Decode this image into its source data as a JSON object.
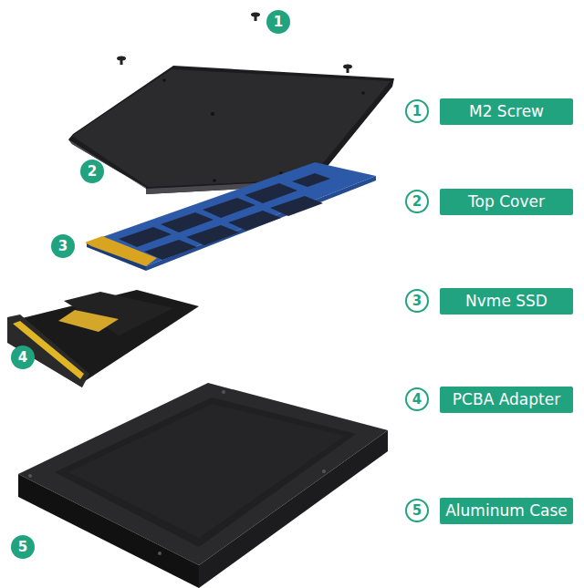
{
  "diagram": {
    "nodes": [
      {
        "text": [
          "1"
        ]
      },
      {
        "text": [
          "1"
        ]
      },
      {
        "text": [
          "M2 Screw"
        ]
      },
      {
        "text": [
          "2"
        ]
      },
      {
        "text": [
          "2"
        ]
      },
      {
        "text": [
          "Top Cover"
        ]
      },
      {
        "text": [
          "3"
        ]
      },
      {
        "text": [
          "3"
        ]
      },
      {
        "text": [
          "Nvme SSD"
        ]
      },
      {
        "text": [
          "4"
        ]
      },
      {
        "text": [
          "4"
        ]
      },
      {
        "text": [
          "PCBA Adapter"
        ]
      },
      {
        "text": [
          "5"
        ]
      },
      {
        "text": [
          "5"
        ]
      },
      {
        "text": [
          "Aluminum Case"
        ]
      }
    ]
  }
}
